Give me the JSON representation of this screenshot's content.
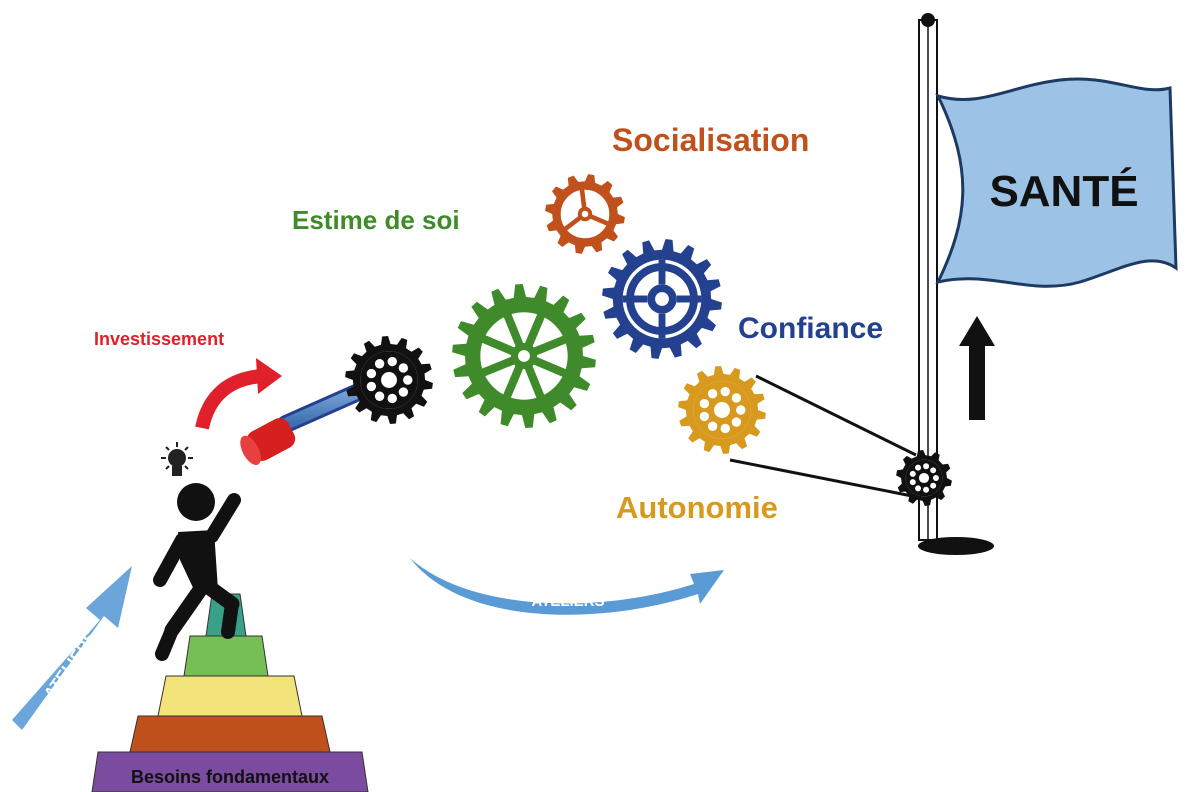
{
  "labels": {
    "socialisation": "Socialisation",
    "estime": "Estime de soi",
    "confiance": "Confiance",
    "investissement": "Investissement",
    "autonomie": "Autonomie",
    "sante": "SANTÉ",
    "ateliers_diagonal": "ATELIERS",
    "ateliers_curved": "ATELIERS",
    "besoins": "Besoins fondamentaux"
  },
  "colors": {
    "socialisation": "#c0501c",
    "estime": "#3f8a2a",
    "confiance": "#24418f",
    "investissement": "#e0202a",
    "autonomie": "#d79a1e",
    "flag": "#9cc3e6",
    "arrow_blue": "#5b9bd5",
    "pyramid": [
      "#7a4b9e",
      "#c0501c",
      "#f2e37a",
      "#76bf55",
      "#3aa189"
    ]
  },
  "icons": {
    "person": "person-climbing-icon",
    "bulb": "lightbulb-icon",
    "gears": "gear-icon",
    "flag": "flag-icon",
    "up_arrow": "up-arrow-icon"
  }
}
